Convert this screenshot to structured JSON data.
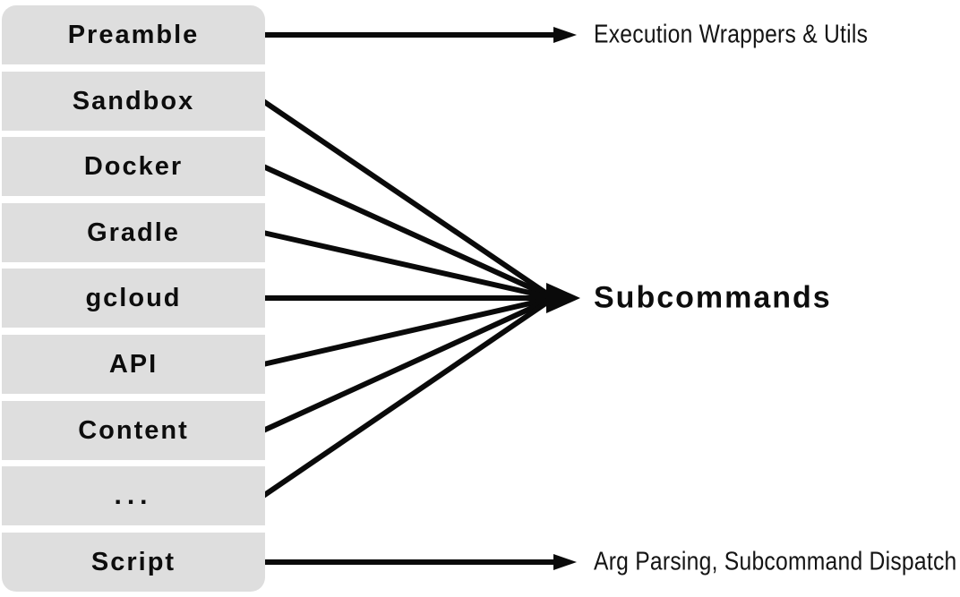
{
  "diagram": {
    "left_column": {
      "items": [
        {
          "label": "Preamble"
        },
        {
          "label": "Sandbox"
        },
        {
          "label": "Docker"
        },
        {
          "label": "Gradle"
        },
        {
          "label": "gcloud"
        },
        {
          "label": "API"
        },
        {
          "label": "Content"
        },
        {
          "label": "..."
        },
        {
          "label": "Script"
        }
      ]
    },
    "targets": {
      "wrappers": "Execution Wrappers & Utils",
      "subcommands": "Subcommands",
      "dispatch": "Arg Parsing, Subcommand Dispatch"
    },
    "edges": [
      {
        "from": "Preamble",
        "to": "Execution Wrappers & Utils"
      },
      {
        "from": "Sandbox",
        "to": "Subcommands"
      },
      {
        "from": "Docker",
        "to": "Subcommands"
      },
      {
        "from": "Gradle",
        "to": "Subcommands"
      },
      {
        "from": "gcloud",
        "to": "Subcommands"
      },
      {
        "from": "API",
        "to": "Subcommands"
      },
      {
        "from": "Content",
        "to": "Subcommands"
      },
      {
        "from": "...",
        "to": "Subcommands"
      },
      {
        "from": "Script",
        "to": "Arg Parsing, Subcommand Dispatch"
      }
    ],
    "colors": {
      "box_fill": "#dedede",
      "line": "#0a0a0a",
      "text": "#0d0d0d",
      "background": "#ffffff"
    }
  }
}
